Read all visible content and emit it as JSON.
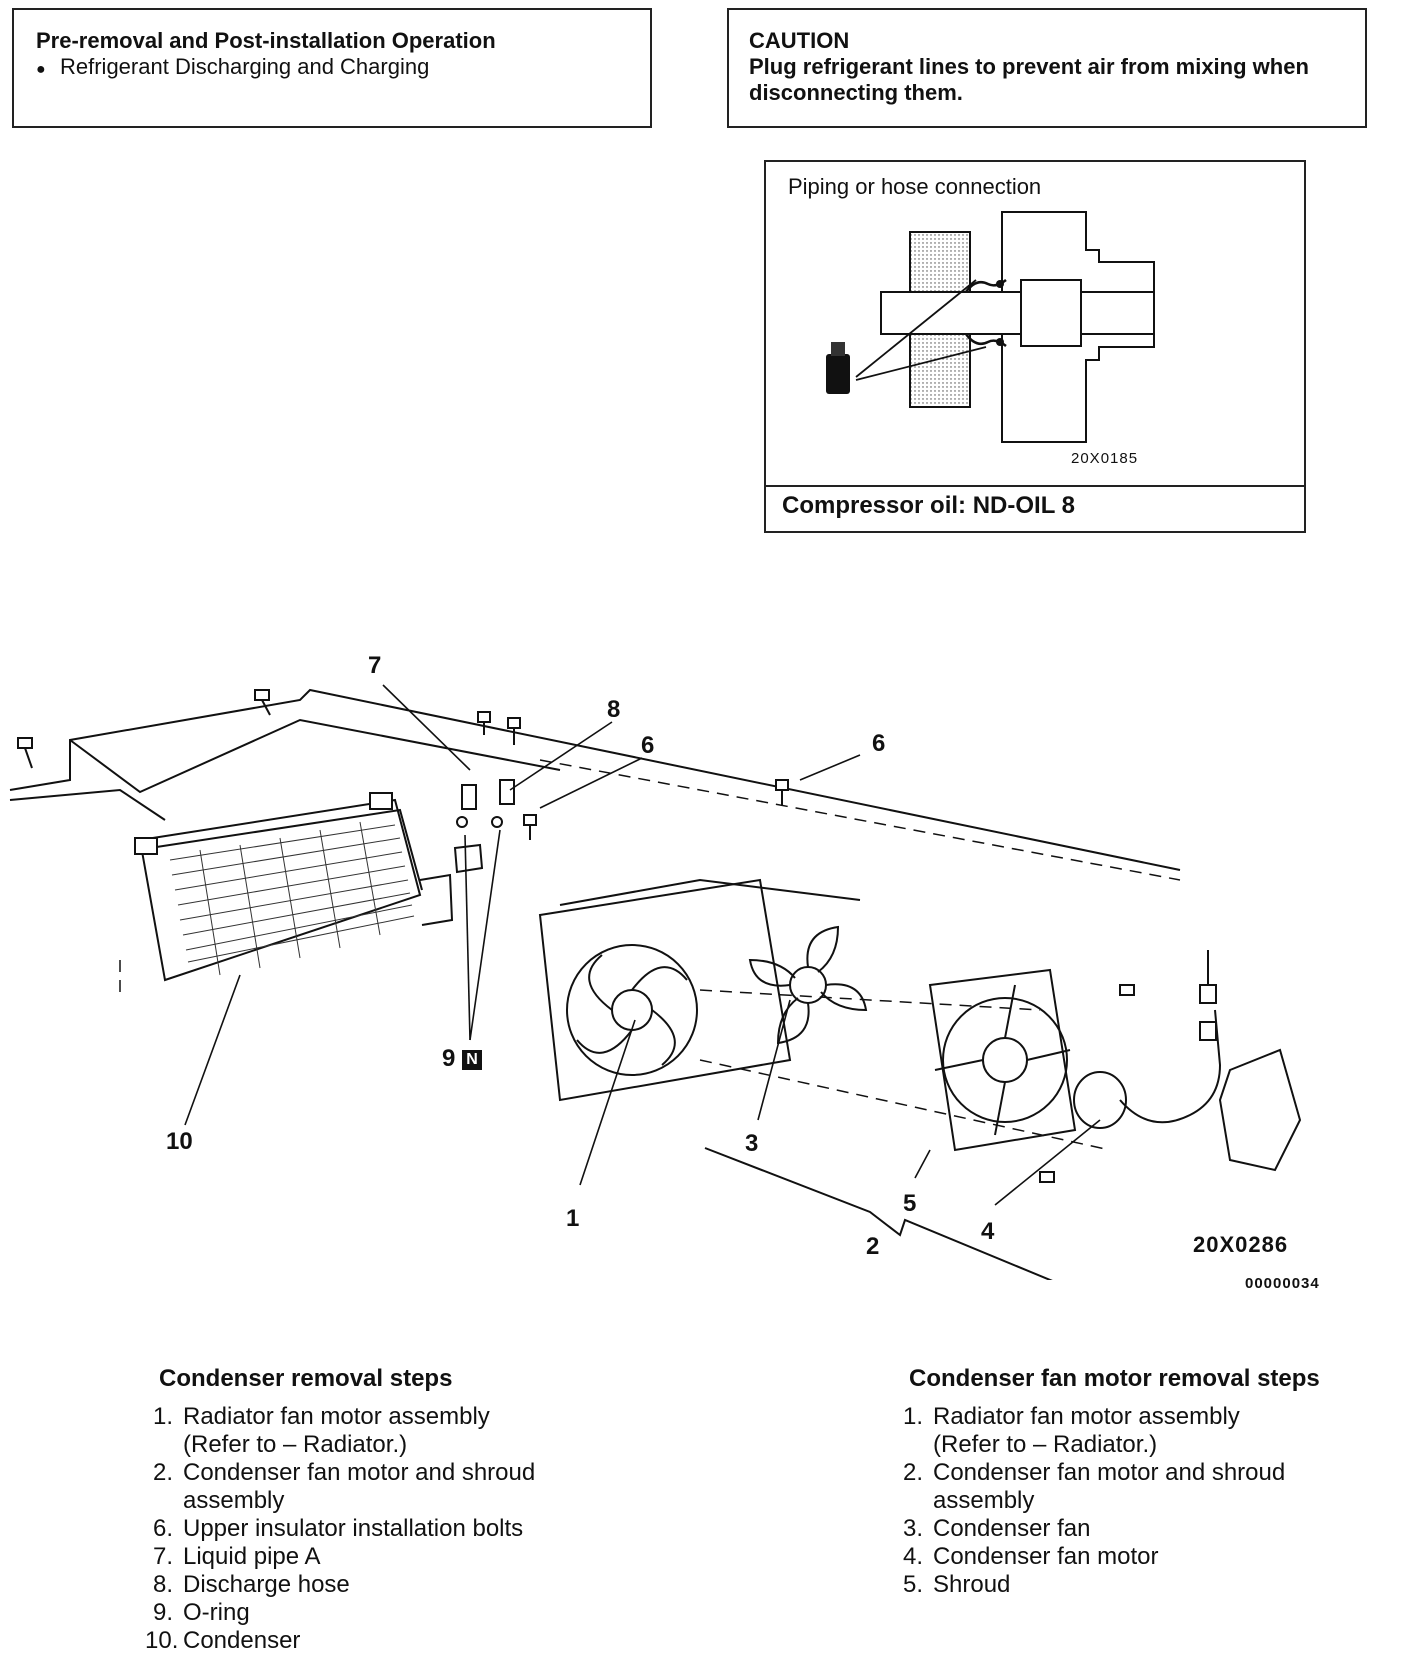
{
  "pre_removal": {
    "title": "Pre-removal and Post-installation Operation",
    "bullet": "●",
    "item": "Refrigerant Discharging and Charging"
  },
  "caution": {
    "heading": "CAUTION",
    "text": "Plug refrigerant lines to prevent air from mixing when disconnecting them."
  },
  "piping": {
    "caption": "Piping or hose connection",
    "code": "20X0185",
    "oil_label": "Compressor oil: ND-OIL 8"
  },
  "diagram": {
    "callouts": [
      "1",
      "2",
      "3",
      "4",
      "5",
      "6",
      "6",
      "7",
      "8",
      "9",
      "10"
    ],
    "n_mark": "N",
    "code": "20X0286",
    "serial": "00000034"
  },
  "condenser_steps": {
    "title": "Condenser removal steps",
    "items": [
      {
        "num": "1.",
        "text": "Radiator fan motor assembly",
        "sub": "(Refer to – Radiator.)"
      },
      {
        "num": "2.",
        "text": "Condenser fan motor and shroud",
        "sub": "assembly"
      },
      {
        "num": "6.",
        "text": "Upper insulator installation bolts"
      },
      {
        "num": "7.",
        "text": "Liquid pipe A"
      },
      {
        "num": "8.",
        "text": "Discharge hose"
      },
      {
        "num": "9.",
        "text": "O-ring"
      },
      {
        "num": "10.",
        "text": "Condenser"
      }
    ]
  },
  "fan_motor_steps": {
    "title": "Condenser fan motor removal steps",
    "items": [
      {
        "num": "1.",
        "text": "Radiator fan motor assembly",
        "sub": "(Refer to – Radiator.)"
      },
      {
        "num": "2.",
        "text": "Condenser fan motor and shroud",
        "sub": "assembly"
      },
      {
        "num": "3.",
        "text": "Condenser fan"
      },
      {
        "num": "4.",
        "text": "Condenser fan motor"
      },
      {
        "num": "5.",
        "text": "Shroud"
      }
    ]
  }
}
